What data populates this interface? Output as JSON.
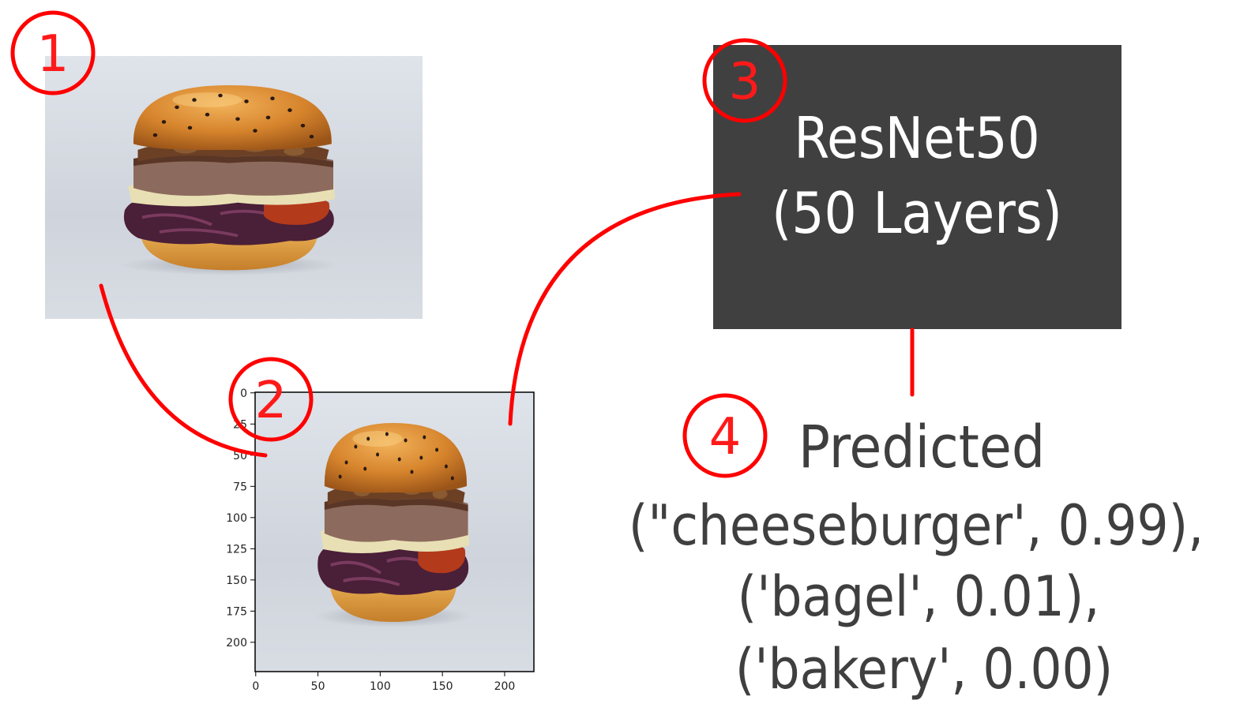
{
  "steps": [
    "1",
    "2",
    "3",
    "4"
  ],
  "model": {
    "line1": "ResNet50",
    "line2": "(50 Layers)",
    "box_color": "#404040"
  },
  "prediction": {
    "heading": "Predicted",
    "lines": [
      "(\"cheeseburger', 0.99),",
      "('bagel', 0.01),",
      "('bakery', 0.00)"
    ]
  },
  "resized_plot": {
    "x_ticks": [
      "0",
      "50",
      "100",
      "150",
      "200"
    ],
    "y_ticks": [
      "0",
      "25",
      "50",
      "75",
      "100",
      "125",
      "150",
      "175",
      "200"
    ]
  },
  "accent_color": "#ff0000"
}
